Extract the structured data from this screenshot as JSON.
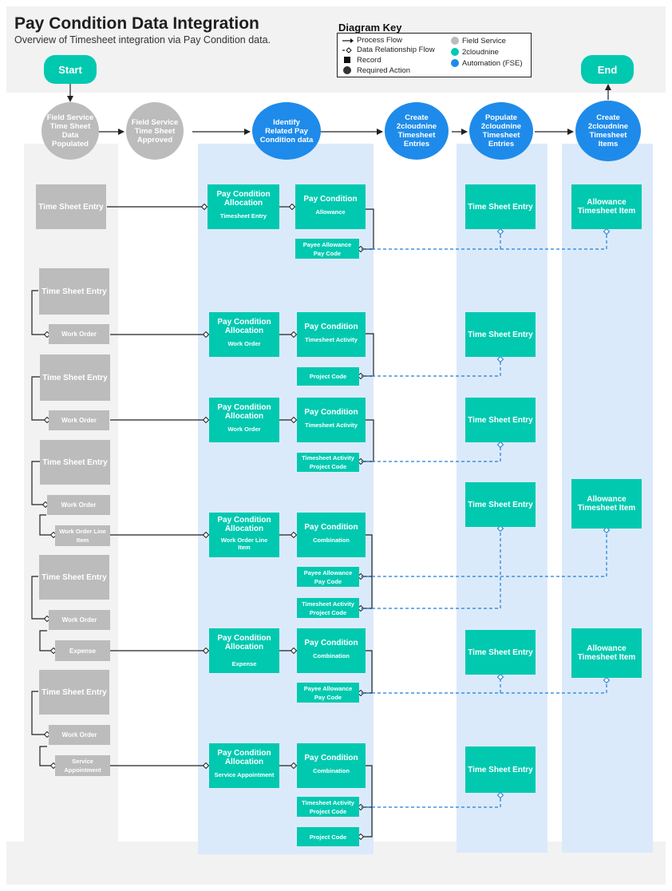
{
  "header": {
    "title": "Pay Condition Data Integration",
    "subtitle": "Overview of Timesheet integration via Pay Condition data."
  },
  "legend": {
    "title": "Diagram Key",
    "process_flow": "Process Flow",
    "data_relationship_flow": "Data Relationship Flow",
    "record": "Record",
    "required_action": "Required Action",
    "field_service": "Field Service",
    "twocloudnine": "2cloudnine",
    "automation": "Automation (FSE)"
  },
  "colors": {
    "field_service": "#bcbcbc",
    "twocloudnine": "#00c9b0",
    "automation": "#1e8bea",
    "lane_gray": "#f2f2f2",
    "lane_blue": "#dbeafa"
  },
  "flow": {
    "start": "Start",
    "end": "End",
    "steps": [
      "Field Service\nTime Sheet\nData\nPopulated",
      "Field Service\nTime Sheet\nApproved",
      "Identify\nRelated Pay\nCondition data",
      "Create\n2cloudnine\nTimesheet\nEntries",
      "Populate\n2cloudnine\nTimesheet\nEntries",
      "Create\n2cloudnine\nTimesheet\nItems"
    ]
  },
  "labels": {
    "time_sheet_entry": "Time Sheet Entry",
    "work_order": "Work Order",
    "work_order_line_item": "Work Order Line\nItem",
    "expense": "Expense",
    "service_appointment": "Service\nAppointment",
    "pca": "Pay Condition\nAllocation",
    "pc": "Pay Condition",
    "pca_timesheet_entry": "Timesheet Entry",
    "pca_work_order": "Work Order",
    "pca_wo_line_item": "Work Order Line\nItem",
    "pca_expense": "Expense",
    "pca_service_appointment": "Service Appointment",
    "pc_allowance": "Allowance",
    "pc_timesheet_activity": "Timesheet Activity",
    "pc_combination": "Combination",
    "payee_allowance_pay_code": "Payee Allowance\nPay Code",
    "project_code": "Project Code",
    "timesheet_activity_project_code": "Timesheet Activity\nProject Code",
    "allowance_timesheet_item": "Allowance\nTimesheet Item"
  }
}
